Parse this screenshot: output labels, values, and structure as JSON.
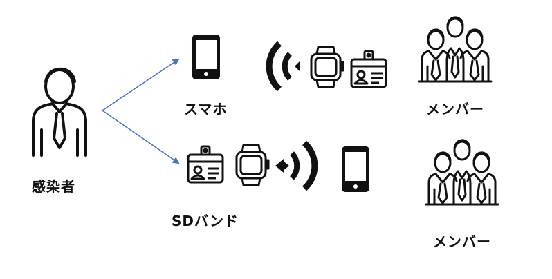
{
  "labels": {
    "infected": "感染者",
    "smartphone": "スマホ",
    "sdband": "SDバンド",
    "member_top": "メンバー",
    "member_bottom": "メンバー"
  },
  "colors": {
    "arrow": "#4472c4",
    "icon": "#111111"
  },
  "icons": [
    "person-icon",
    "smartphone-icon",
    "wireless-signal-icon",
    "smartwatch-icon",
    "id-badge-icon",
    "group-icon"
  ]
}
